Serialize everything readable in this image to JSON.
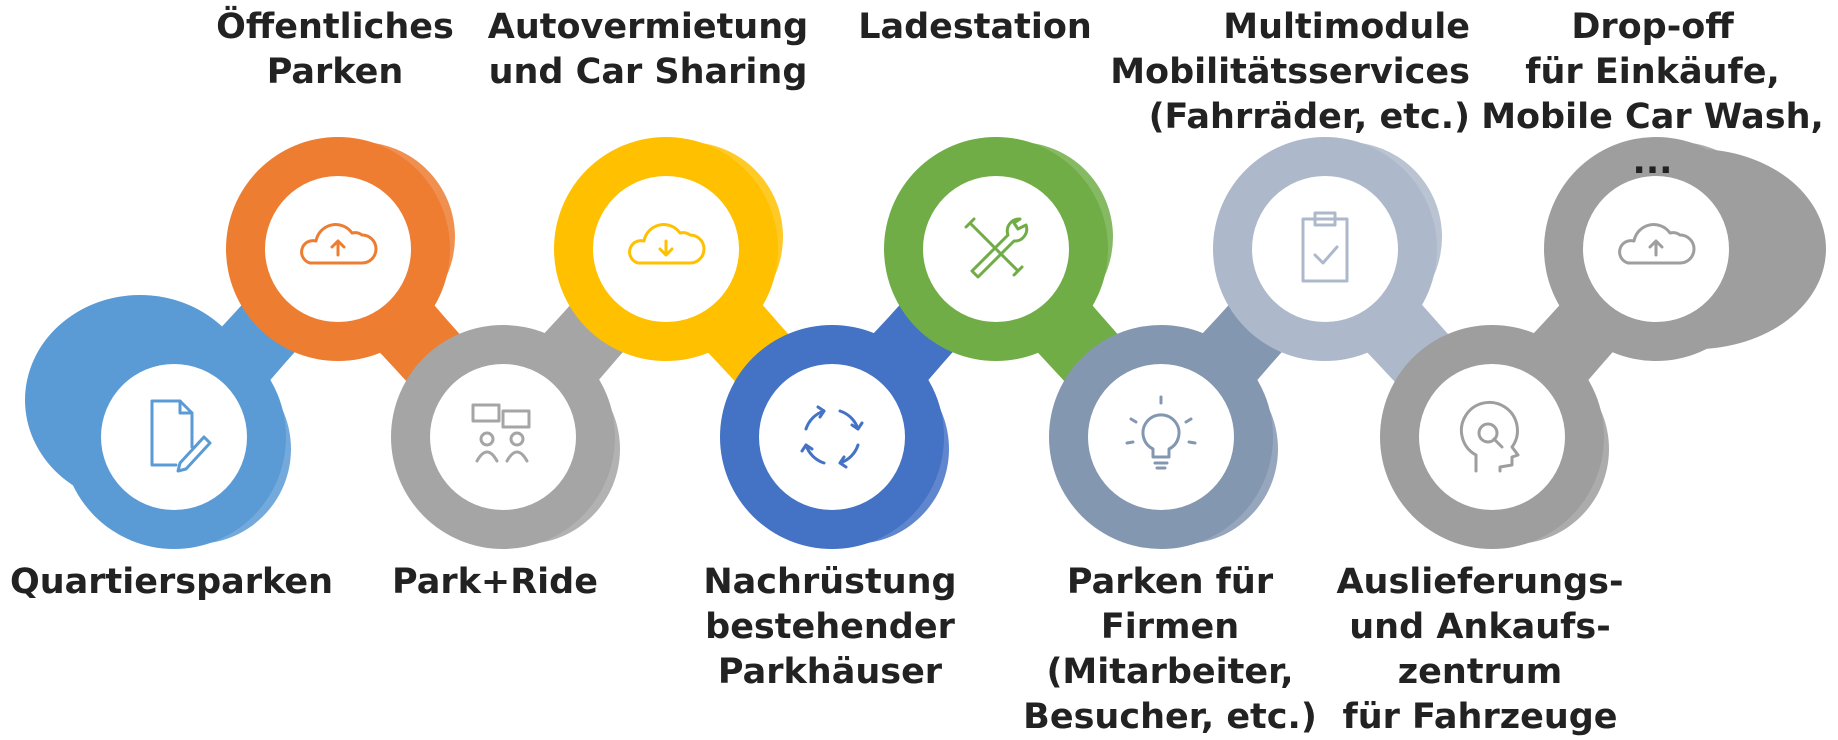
{
  "colors": {
    "blue": "#5B9BD5",
    "orange": "#ED7D31",
    "gray": "#A5A5A5",
    "gold": "#FFC000",
    "darkblue": "#4472C4",
    "green": "#70AD47",
    "slate": "#8497B0",
    "lightslate": "#ADB9CA",
    "darkgray": "#9E9E9E"
  },
  "items": [
    {
      "label": "Quartiersparken",
      "icon": "document-edit-icon",
      "color": "blue"
    },
    {
      "label": "Öffentliches\nParken",
      "icon": "cloud-upload-icon",
      "color": "orange"
    },
    {
      "label": "Park+Ride",
      "icon": "people-chat-icon",
      "color": "gray"
    },
    {
      "label": "Autovermietung\nund Car Sharing",
      "icon": "cloud-download-icon",
      "color": "gold"
    },
    {
      "label": "Nachrüstung\nbestehender\nParkhäuser",
      "icon": "refresh-icon",
      "color": "darkblue"
    },
    {
      "label": "Ladestation",
      "icon": "tools-icon",
      "color": "green"
    },
    {
      "label": "Parken für\nFirmen\n(Mitarbeiter,\nBesucher, etc.)",
      "icon": "lightbulb-icon",
      "color": "slate"
    },
    {
      "label": "Multimodule\nMobilitätsservices\n(Fahrräder, etc.)",
      "icon": "clipboard-check-icon",
      "color": "lightslate"
    },
    {
      "label": "Auslieferungs-\nund Ankaufs-\nzentrum\nfür Fahrzeuge",
      "icon": "head-gear-icon",
      "color": "darkgray"
    },
    {
      "label": "Drop-off\nfür Einkäufe,\nMobile Car Wash, ...",
      "icon": "cloud-upload-icon",
      "color": "darkgray"
    }
  ]
}
